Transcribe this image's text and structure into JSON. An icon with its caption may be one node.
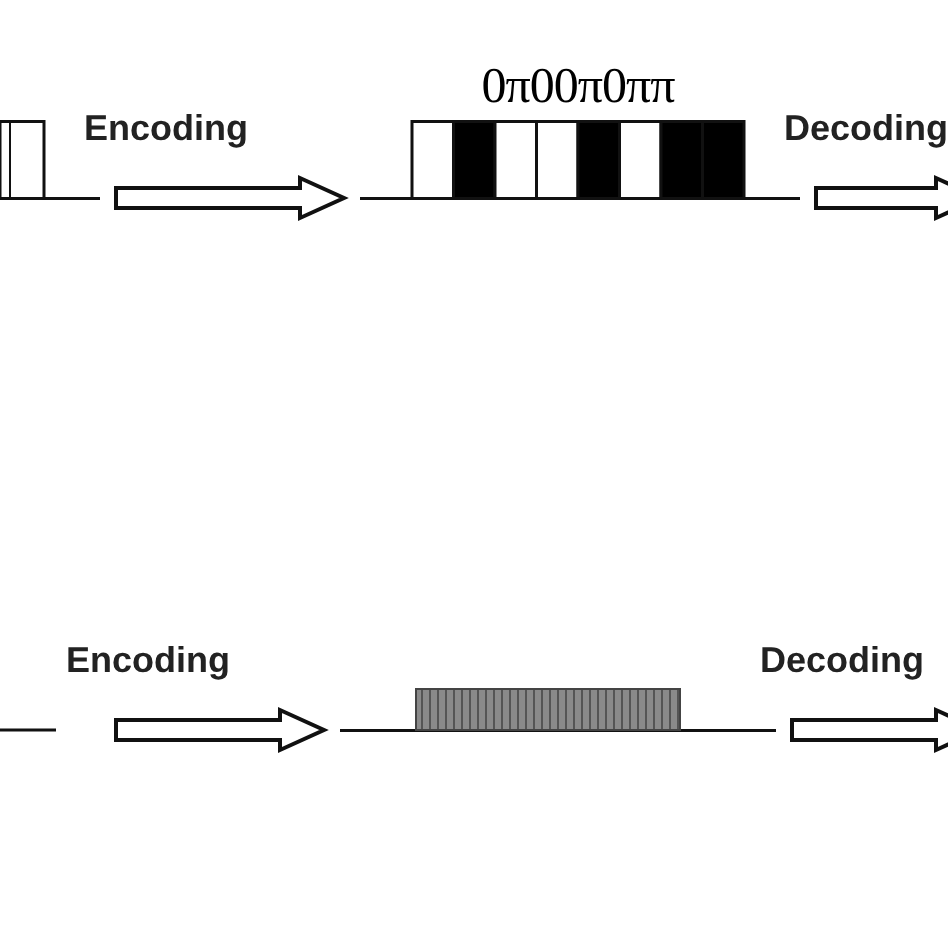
{
  "diagram": {
    "nodes": [
      {
        "text": [],
        "shape": "bar"
      },
      {
        "text": [
          "0π00π0ππ"
        ]
      },
      {
        "text": [],
        "shape": "bar"
      }
    ],
    "edges": [
      {
        "from": 0,
        "to": 1,
        "arrow": "to",
        "label": "Encoding"
      },
      {
        "from": 1,
        "to": null,
        "arrow": "to",
        "label": "Decoding"
      },
      {
        "from": null,
        "to": 2,
        "arrow": "to",
        "label": "Encoding"
      },
      {
        "from": 2,
        "to": null,
        "arrow": "to",
        "label": "Decoding"
      }
    ]
  }
}
